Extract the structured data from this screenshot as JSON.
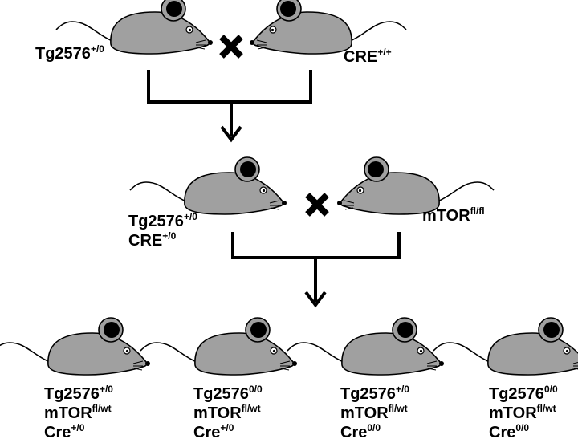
{
  "generations": [
    {
      "parents": [
        {
          "lines": [
            {
              "base": "Tg2576",
              "sup": "+/0"
            }
          ]
        },
        {
          "lines": [
            {
              "base": "CRE",
              "sup": "+/+"
            }
          ]
        }
      ]
    },
    {
      "parents": [
        {
          "lines": [
            {
              "base": "Tg2576",
              "sup": "+/0"
            },
            {
              "base": "CRE",
              "sup": "+/0"
            }
          ]
        },
        {
          "lines": [
            {
              "base": "mTOR",
              "sup": "fl/fl"
            }
          ]
        }
      ]
    }
  ],
  "offspring": [
    {
      "lines": [
        {
          "base": "Tg2576",
          "sup": "+/0"
        },
        {
          "base": "mTOR",
          "sup": "fl/wt"
        },
        {
          "base": "Cre",
          "sup": "+/0"
        }
      ]
    },
    {
      "lines": [
        {
          "base": "Tg2576",
          "sup": "0/0"
        },
        {
          "base": "mTOR",
          "sup": "fl/wt"
        },
        {
          "base": "Cre",
          "sup": "+/0"
        }
      ]
    },
    {
      "lines": [
        {
          "base": "Tg2576",
          "sup": "+/0"
        },
        {
          "base": "mTOR",
          "sup": "fl/wt"
        },
        {
          "base": "Cre",
          "sup": "0/0"
        }
      ]
    },
    {
      "lines": [
        {
          "base": "Tg2576",
          "sup": "0/0"
        },
        {
          "base": "mTOR",
          "sup": "fl/wt"
        },
        {
          "base": "Cre",
          "sup": "0/0"
        }
      ]
    }
  ],
  "colors": {
    "body": "#a0a0a0",
    "ear_inner": "#000000",
    "stroke": "#000000"
  },
  "icons": [
    "mouse-icon",
    "cross-icon",
    "arrow-down-icon"
  ]
}
